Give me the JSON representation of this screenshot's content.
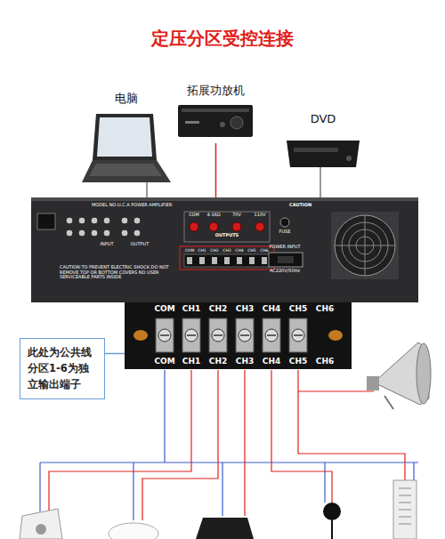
{
  "diagram": {
    "title": "定压分区受控连接",
    "nodes": [
      {
        "text": [
          "电脑"
        ]
      },
      {
        "text": [
          "拓展功放机"
        ]
      },
      {
        "text": [
          "DVD"
        ]
      },
      {
        "text": [
          "MODEL NO:U.C.A POWER AMPLIFIER",
          "CAUTION",
          "COM",
          "4-16Ω",
          "70V",
          "110V",
          "OUTPUTS",
          "FUSE",
          "POWER INPUT",
          "AC220V/50Hz",
          "INPUT",
          "OUTPUT",
          "CAUTION:TO PREVENT ELECTRIC SHOCK DO NOT REMOVE TOP OR BOTTOM COVERS NO USER SERVICEABLE PARTS INSIDE",
          "COM",
          "CH1",
          "CH2",
          "CH3",
          "CH4",
          "CH5",
          "CH6"
        ]
      },
      {
        "text": [
          "COM",
          "CH1",
          "CH2",
          "CH3",
          "CH4",
          "CH5",
          "CH6",
          "COM",
          "CH1",
          "CH2",
          "CH3",
          "CH4",
          "CH5",
          "CH6"
        ]
      },
      {
        "text": [
          "此处为公共线分区1-6为独立输出端子"
        ]
      }
    ],
    "edges": [
      {
        "from": 1,
        "to": 3,
        "arrow": "none"
      },
      {
        "from": 5,
        "to": 4,
        "arrow": "none"
      }
    ]
  }
}
